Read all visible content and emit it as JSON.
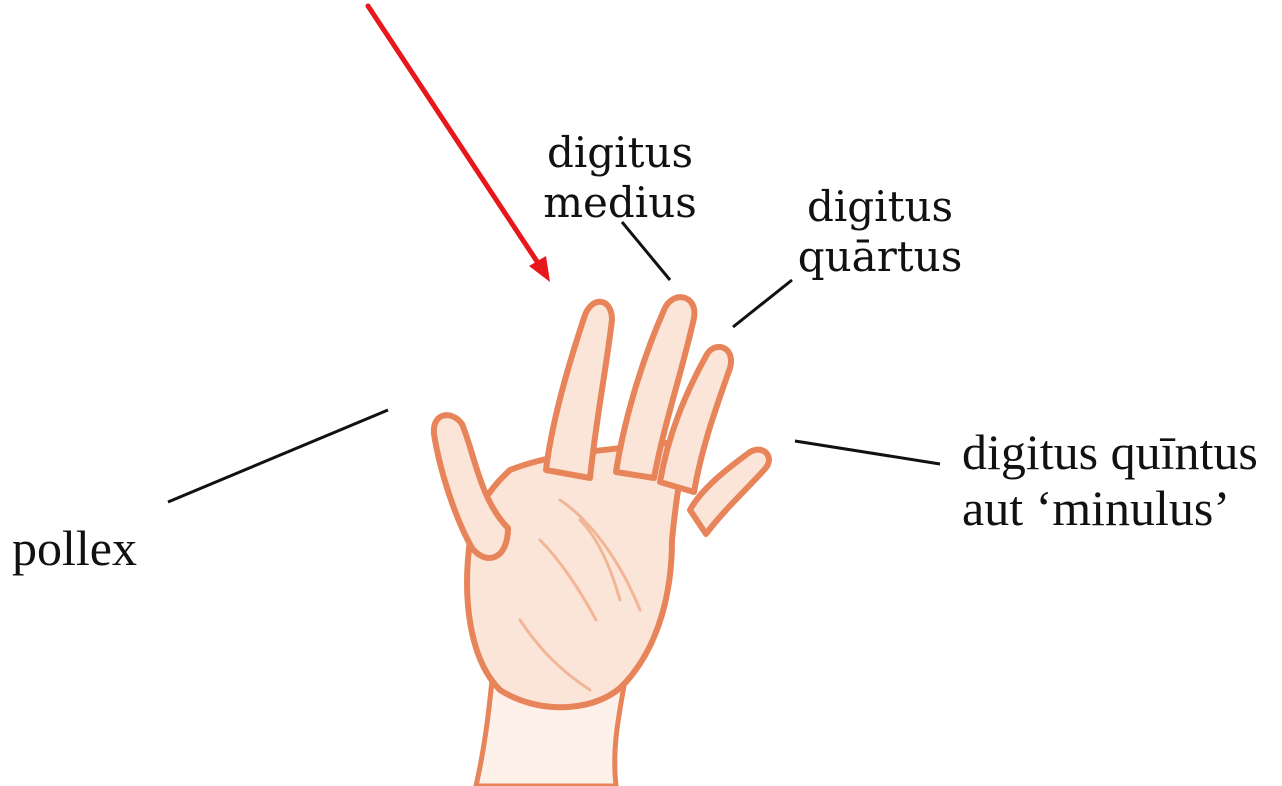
{
  "labels": {
    "middle_finger": [
      "digitus",
      "medius"
    ],
    "ring_finger": [
      "digitus",
      "quārtus"
    ],
    "little_finger": [
      "digitus quīntus",
      "aut ‘minulus’"
    ],
    "thumb": "pollex"
  },
  "colors": {
    "arrow": "#e8171c",
    "leader_line": "#111111",
    "hand_outline": "#e8845a",
    "hand_fill": "#fbe5d8",
    "hand_shading": "#f2b596"
  },
  "arrow_target": "index finger"
}
